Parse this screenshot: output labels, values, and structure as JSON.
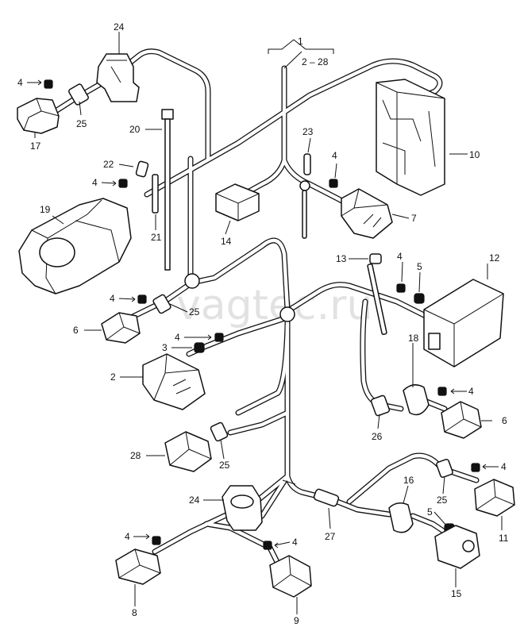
{
  "watermark": "vagtec.ru",
  "callouts": {
    "c1": "1",
    "c2_28": "2 – 28",
    "c2": "2",
    "c3": "3",
    "c4": "4",
    "c5": "5",
    "c6": "6",
    "c7": "7",
    "c8": "8",
    "c9": "9",
    "c10": "10",
    "c11": "11",
    "c12": "12",
    "c13": "13",
    "c14": "14",
    "c15": "15",
    "c16": "16",
    "c17": "17",
    "c18": "18",
    "c19": "19",
    "c20": "20",
    "c21": "21",
    "c22": "22",
    "c23": "23",
    "c24": "24",
    "c25": "25",
    "c26": "26",
    "c27": "27",
    "c28": "28"
  }
}
